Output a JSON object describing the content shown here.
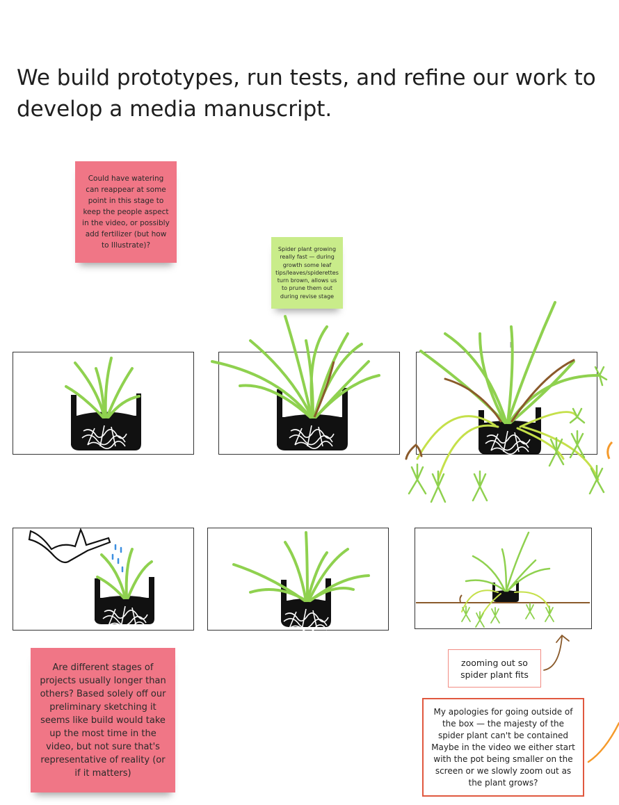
{
  "heading": "We build prototypes, run tests, and refine our work to develop a media manuscript.",
  "notes": {
    "watering": "Could have watering can reappear at some point in this stage to keep the people aspect in the video, or possibly add fertilizer (but how to Illustrate)?",
    "growing": "Spider plant growing really fast — during growth some leaf tips/leaves/spiderettes turn brown, allows us to prune them out during revise stage",
    "stages": "Are different stages of projects usually longer than others? Based solely off our preliminary sketching it seems like build would take up the most time in the video, but not sure that's representative of reality (or if it matters)",
    "zooming": "zooming out so spider plant fits",
    "apologies": "My apologies for going outside of the box — the majesty of the spider plant can't be contained Maybe in the video we either start with the pot being smaller on the screen or we slowly zoom out as the plant grows?"
  },
  "colors": {
    "pink_note": "#f07686",
    "green_note": "#c9ec8a",
    "leaf_green": "#8fd14f",
    "leaf_yellow": "#c5e04a",
    "leaf_brown": "#8a5a2b",
    "pot": "#111111",
    "water": "#3d8fe0",
    "red_border": "#e0583f",
    "pink_border": "#f28b82"
  }
}
